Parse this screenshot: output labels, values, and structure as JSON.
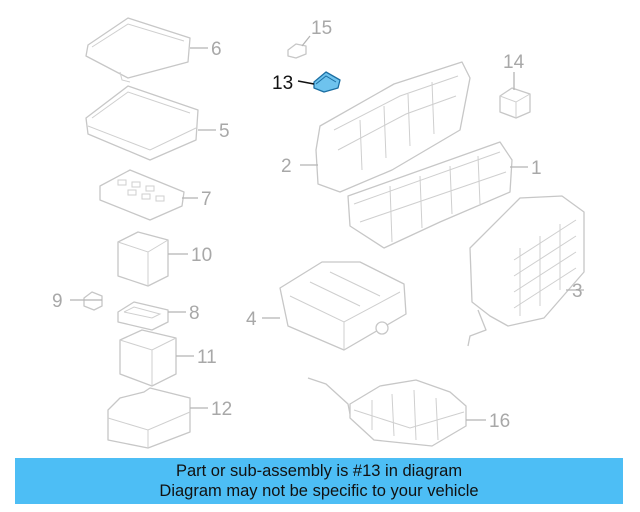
{
  "diagram": {
    "highlight_color": "#6ec3ee",
    "banner_color": "#4dbef5",
    "callouts": [
      {
        "id": "c1",
        "label": "1"
      },
      {
        "id": "c2",
        "label": "2"
      },
      {
        "id": "c3",
        "label": "3"
      },
      {
        "id": "c4",
        "label": "4"
      },
      {
        "id": "c5",
        "label": "5"
      },
      {
        "id": "c6",
        "label": "6"
      },
      {
        "id": "c7",
        "label": "7"
      },
      {
        "id": "c8",
        "label": "8"
      },
      {
        "id": "c9",
        "label": "9"
      },
      {
        "id": "c10",
        "label": "10"
      },
      {
        "id": "c11",
        "label": "11"
      },
      {
        "id": "c12",
        "label": "12"
      },
      {
        "id": "c13",
        "label": "13",
        "highlighted": true
      },
      {
        "id": "c14",
        "label": "14"
      },
      {
        "id": "c15",
        "label": "15"
      },
      {
        "id": "c16",
        "label": "16"
      }
    ]
  },
  "banner": {
    "line1": "Part or sub-assembly is #13 in diagram",
    "line2": "Diagram may not be specific to your vehicle"
  }
}
